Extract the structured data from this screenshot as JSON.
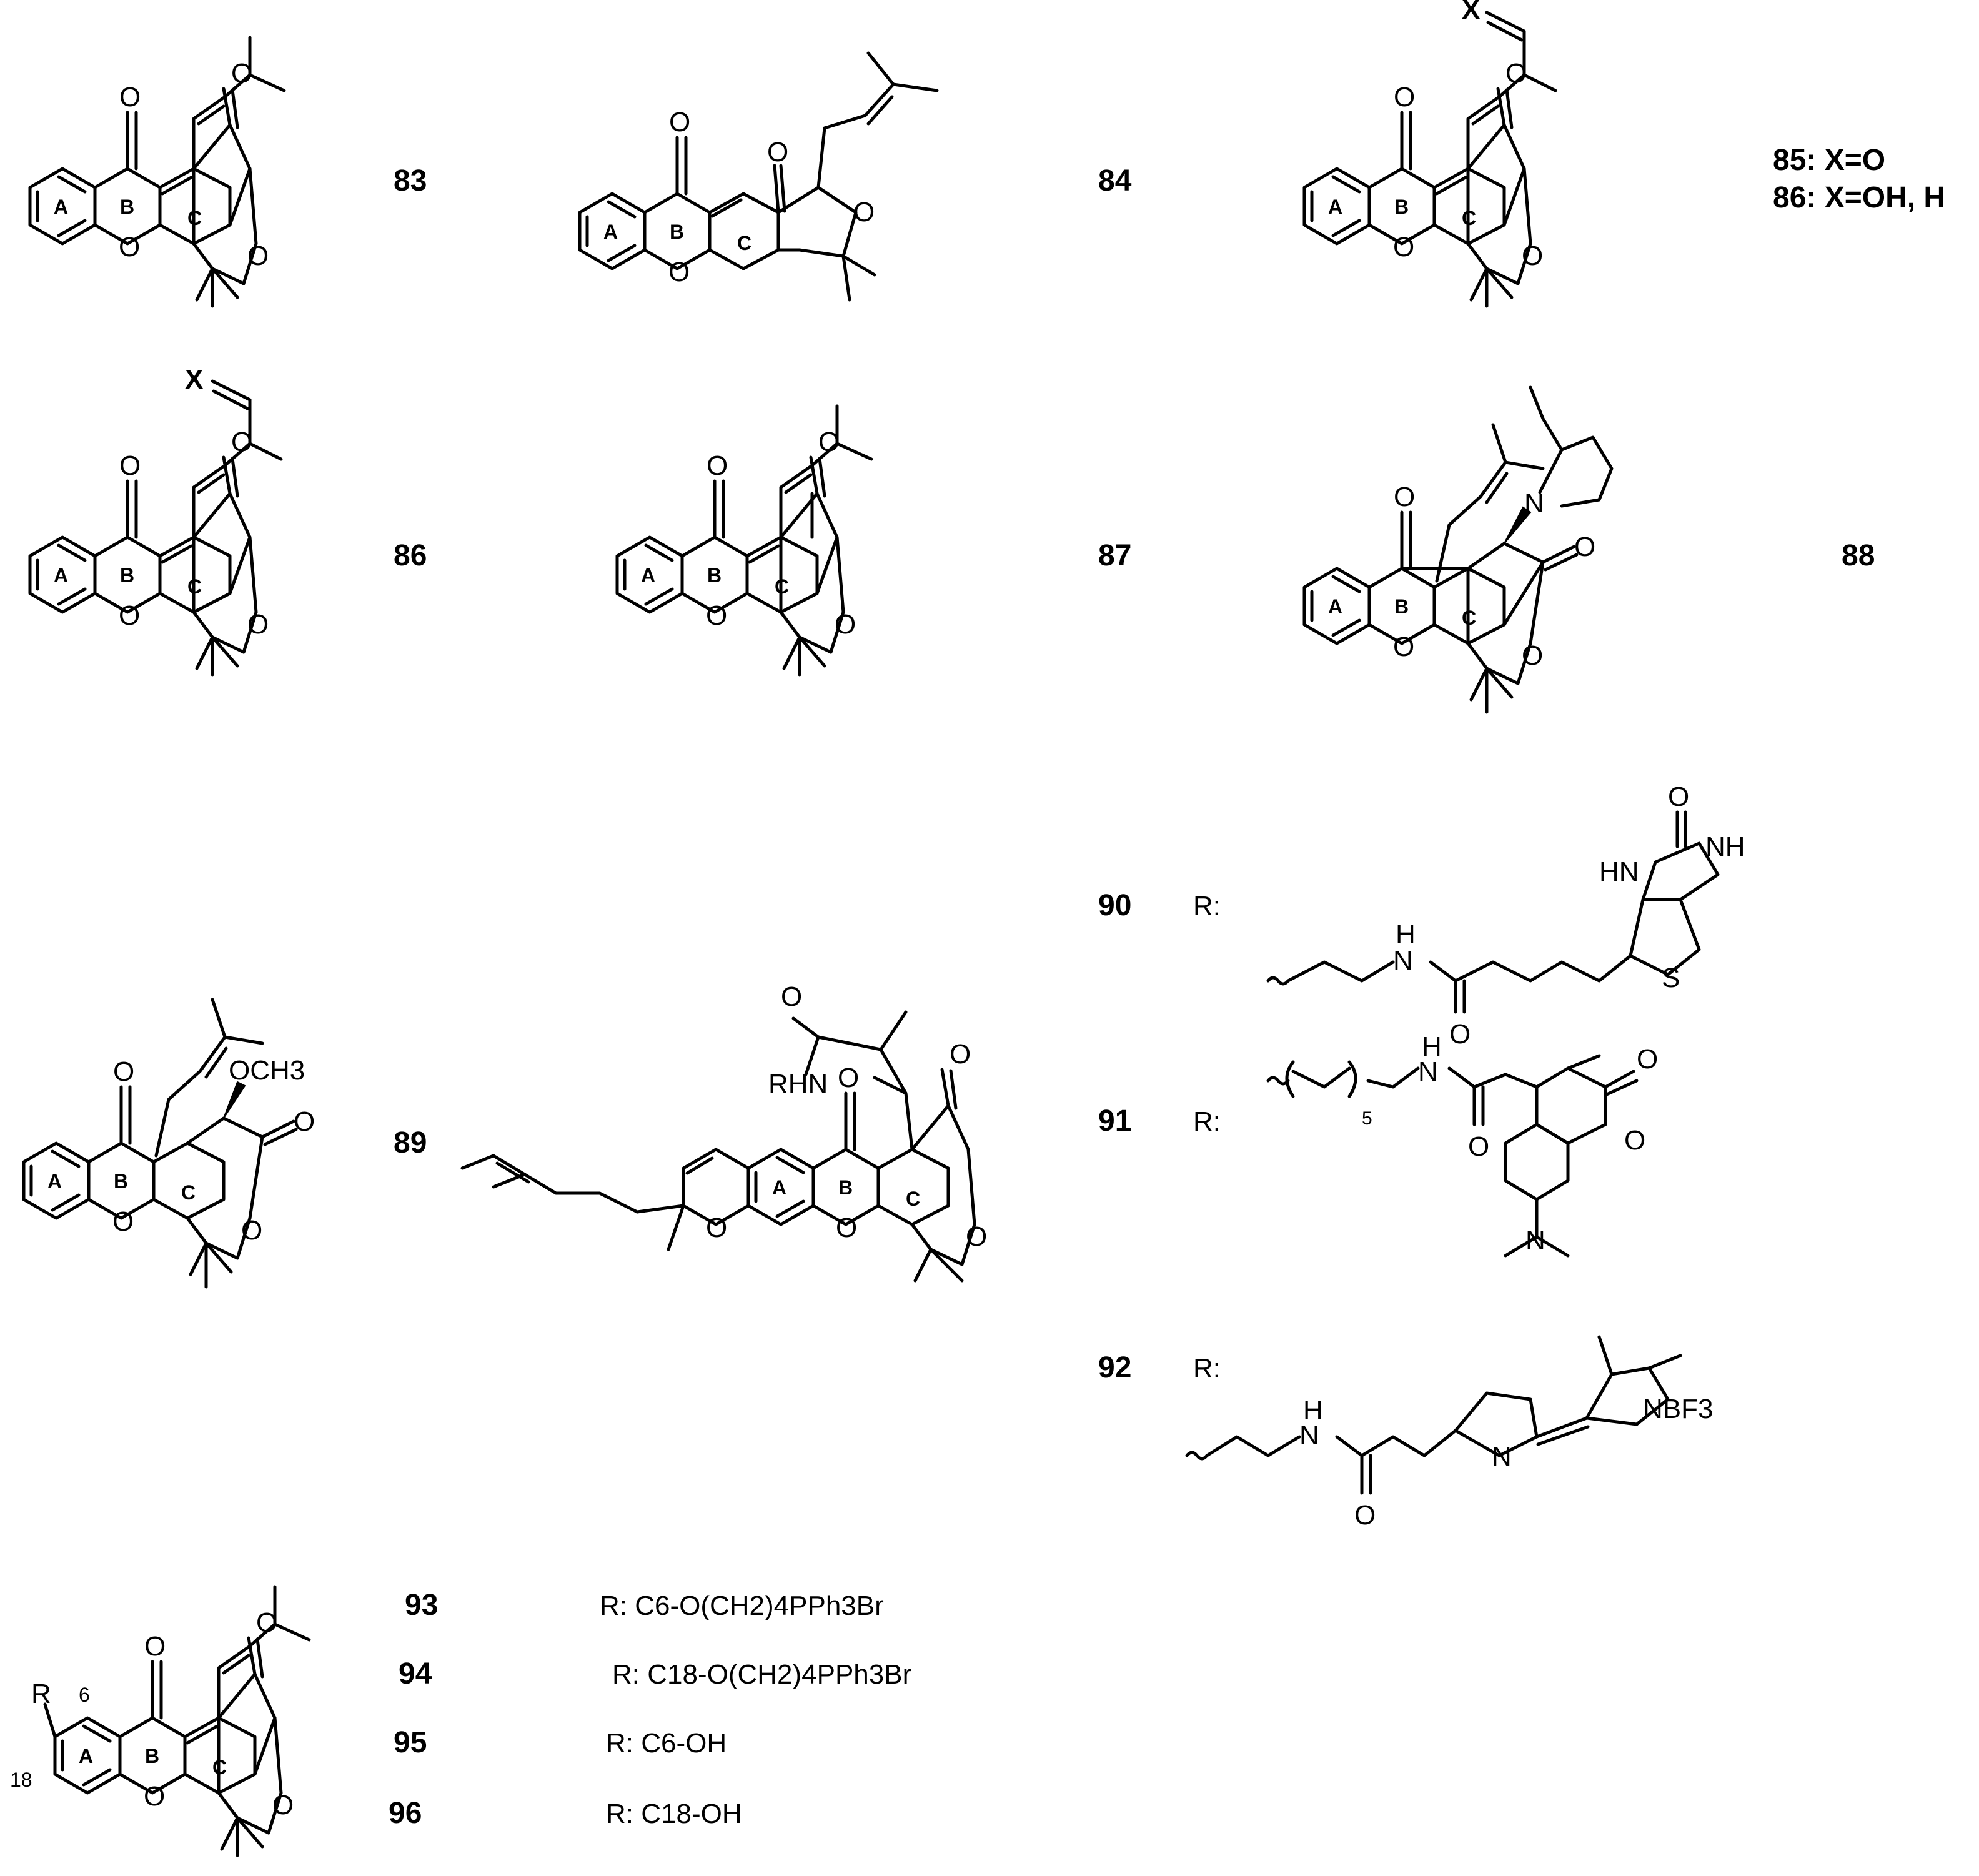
{
  "compounds": [
    {
      "number": "83"
    },
    {
      "number": "84"
    },
    {
      "number": "85: X=O"
    },
    {
      "number": "86: X=OH, H"
    },
    {
      "number": "86"
    },
    {
      "number": "87"
    },
    {
      "number": "88"
    },
    {
      "number": "89"
    },
    {
      "number": "90",
      "r_prefix": "R:"
    },
    {
      "number": "91",
      "r_prefix": "R:"
    },
    {
      "number": "92",
      "r_prefix": "R:"
    },
    {
      "number": "93",
      "r_text": "R: C6-O(CH2)4PPh3Br"
    },
    {
      "number": "94",
      "r_text": "R: C18-O(CH2)4PPh3Br"
    },
    {
      "number": "95",
      "r_text": "R: C6-OH"
    },
    {
      "number": "96",
      "r_text": "R: C18-OH"
    }
  ],
  "ring_labels": {
    "a": "A",
    "b": "B",
    "c": "C"
  },
  "atoms": {
    "o": "O",
    "n": "N",
    "s": "S",
    "x": "X",
    "nh_h": "H",
    "hn": "HN",
    "nh": "NH",
    "och3": "OCH3",
    "rhn": "RHN",
    "nbf3": "NBF3",
    "five": "5",
    "r": "R",
    "pos6": "6",
    "pos18": "18"
  }
}
